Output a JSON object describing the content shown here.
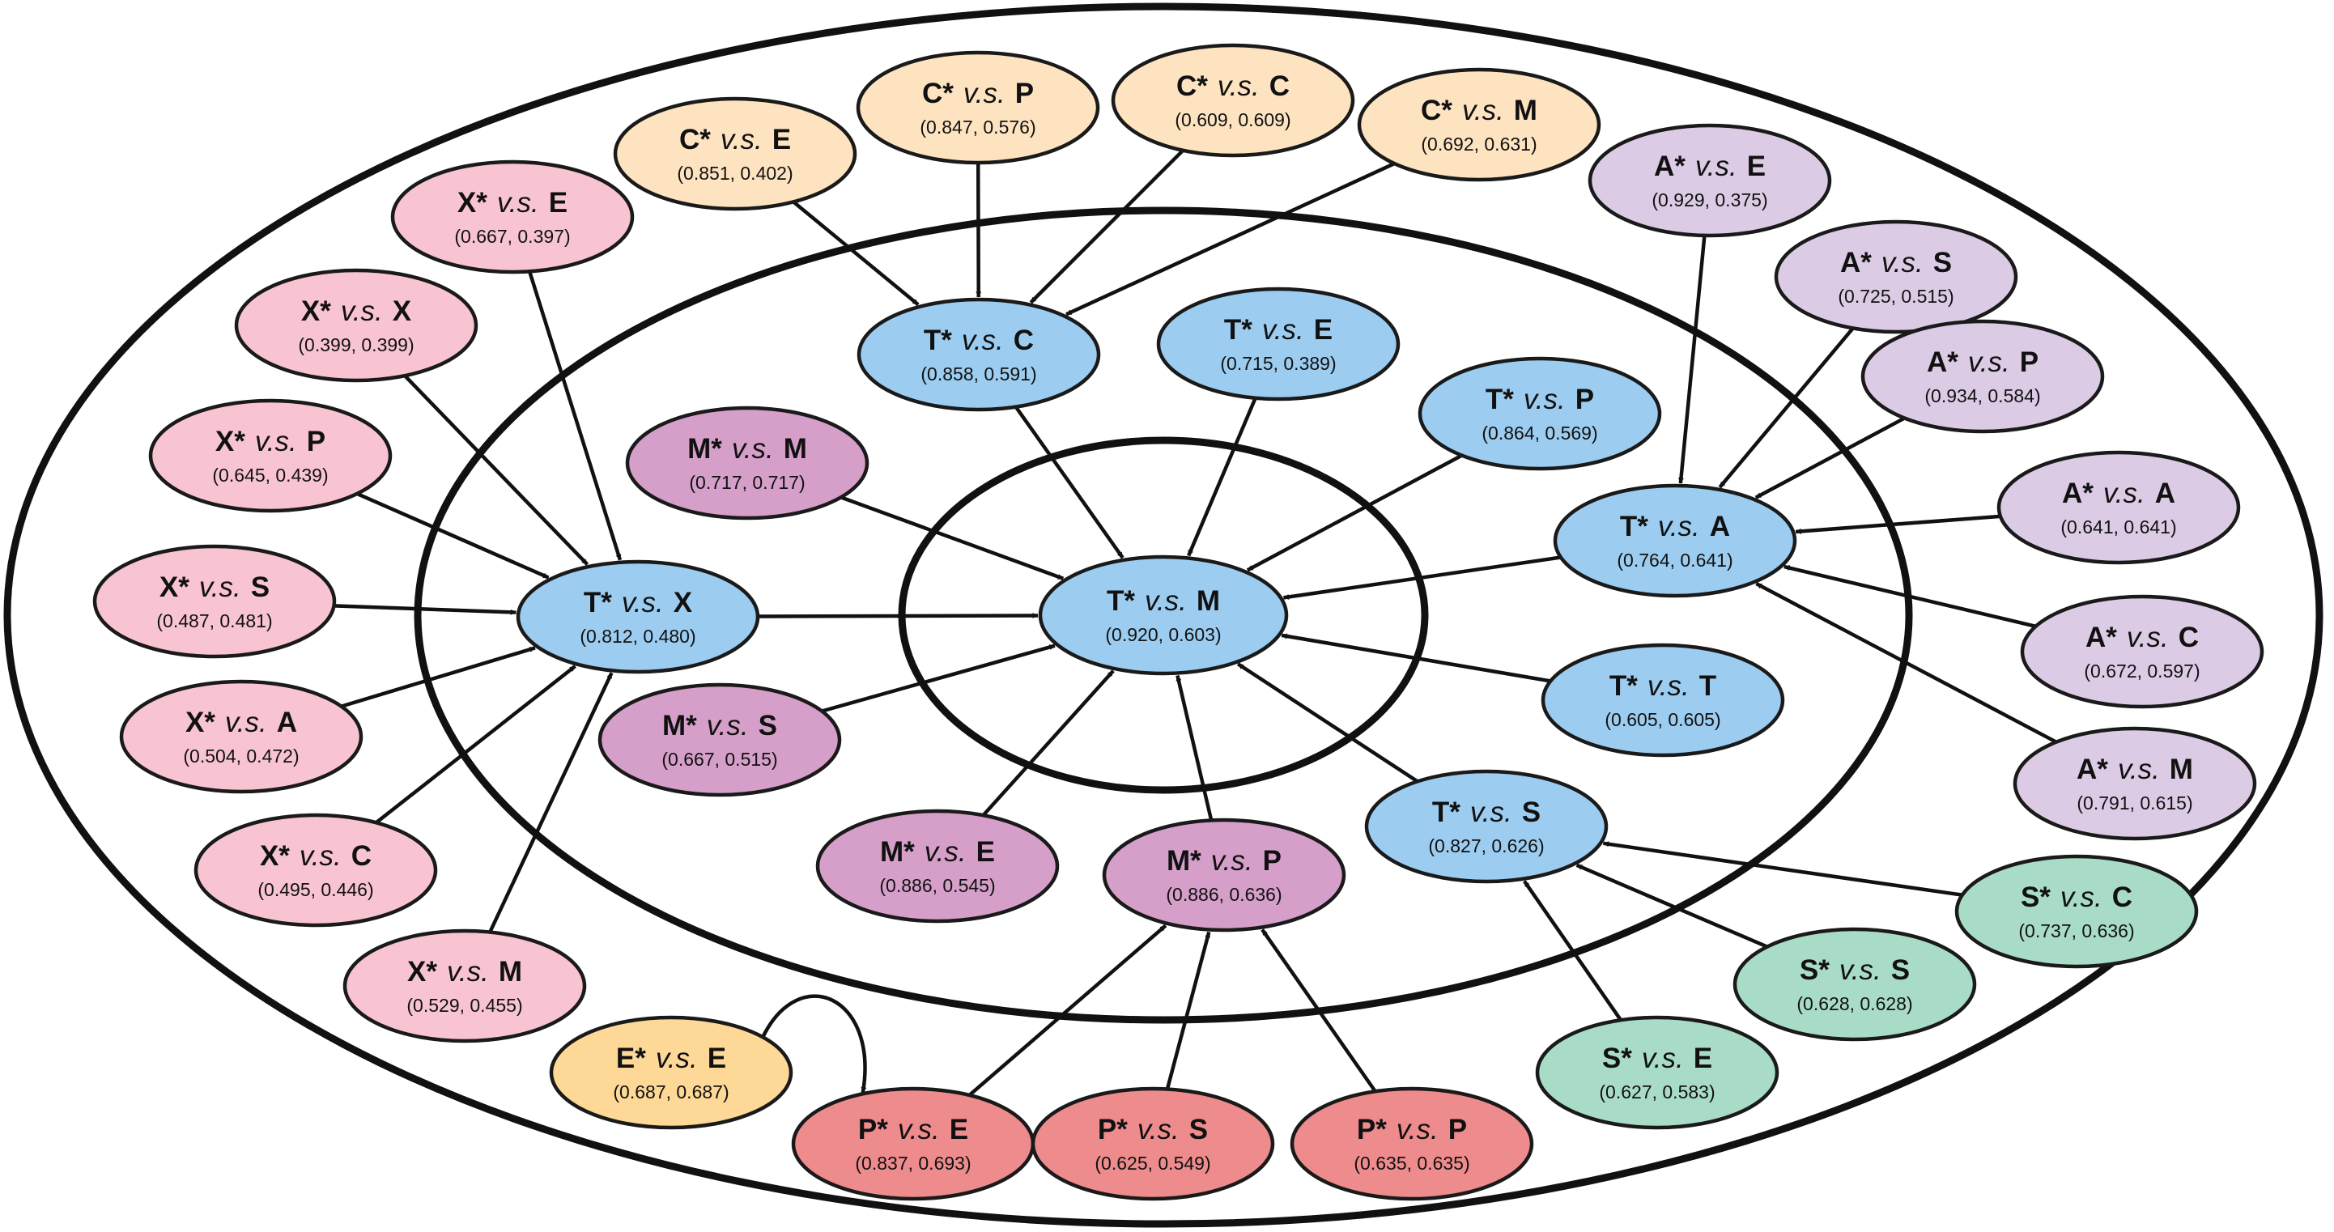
{
  "colors": {
    "T": "#9ccdf0",
    "X": "#f8c4d2",
    "C": "#fde3c0",
    "A": "#dccbe5",
    "M": "#d59fca",
    "S": "#a9dcc6",
    "P": "#ee8b8c",
    "E": "#fdd896",
    "stroke": "#1a1a1a"
  },
  "nodes": [
    {
      "id": "TM",
      "a": "T*",
      "vs": "v.s.",
      "b": "M",
      "val": "(0.920, 0.603)",
      "group": "T",
      "center": true
    },
    {
      "id": "TX",
      "a": "T*",
      "vs": "v.s.",
      "b": "X",
      "val": "(0.812, 0.480)",
      "group": "T"
    },
    {
      "id": "TC",
      "a": "T*",
      "vs": "v.s.",
      "b": "C",
      "val": "(0.858, 0.591)",
      "group": "T"
    },
    {
      "id": "TE",
      "a": "T*",
      "vs": "v.s.",
      "b": "E",
      "val": "(0.715, 0.389)",
      "group": "T"
    },
    {
      "id": "TP",
      "a": "T*",
      "vs": "v.s.",
      "b": "P",
      "val": "(0.864, 0.569)",
      "group": "T"
    },
    {
      "id": "TA",
      "a": "T*",
      "vs": "v.s.",
      "b": "A",
      "val": "(0.764, 0.641)",
      "group": "T"
    },
    {
      "id": "TT",
      "a": "T*",
      "vs": "v.s.",
      "b": "T",
      "val": "(0.605, 0.605)",
      "group": "T"
    },
    {
      "id": "TS",
      "a": "T*",
      "vs": "v.s.",
      "b": "S",
      "val": "(0.827, 0.626)",
      "group": "T"
    },
    {
      "id": "MM",
      "a": "M*",
      "vs": "v.s.",
      "b": "M",
      "val": "(0.717, 0.717)",
      "group": "M"
    },
    {
      "id": "MS",
      "a": "M*",
      "vs": "v.s.",
      "b": "S",
      "val": "(0.667, 0.515)",
      "group": "M"
    },
    {
      "id": "ME",
      "a": "M*",
      "vs": "v.s.",
      "b": "E",
      "val": "(0.886, 0.545)",
      "group": "M"
    },
    {
      "id": "MP",
      "a": "M*",
      "vs": "v.s.",
      "b": "P",
      "val": "(0.886, 0.636)",
      "group": "M"
    },
    {
      "id": "CE",
      "a": "C*",
      "vs": "v.s.",
      "b": "E",
      "val": "(0.851, 0.402)",
      "group": "C"
    },
    {
      "id": "CP",
      "a": "C*",
      "vs": "v.s.",
      "b": "P",
      "val": "(0.847, 0.576)",
      "group": "C"
    },
    {
      "id": "CC",
      "a": "C*",
      "vs": "v.s.",
      "b": "C",
      "val": "(0.609, 0.609)",
      "group": "C"
    },
    {
      "id": "CM",
      "a": "C*",
      "vs": "v.s.",
      "b": "M",
      "val": "(0.692, 0.631)",
      "group": "C"
    },
    {
      "id": "XE",
      "a": "X*",
      "vs": "v.s.",
      "b": "E",
      "val": "(0.667, 0.397)",
      "group": "X"
    },
    {
      "id": "XX",
      "a": "X*",
      "vs": "v.s.",
      "b": "X",
      "val": "(0.399, 0.399)",
      "group": "X"
    },
    {
      "id": "XP",
      "a": "X*",
      "vs": "v.s.",
      "b": "P",
      "val": "(0.645, 0.439)",
      "group": "X"
    },
    {
      "id": "XS",
      "a": "X*",
      "vs": "v.s.",
      "b": "S",
      "val": "(0.487, 0.481)",
      "group": "X"
    },
    {
      "id": "XA",
      "a": "X*",
      "vs": "v.s.",
      "b": "A",
      "val": "(0.504, 0.472)",
      "group": "X"
    },
    {
      "id": "XC",
      "a": "X*",
      "vs": "v.s.",
      "b": "C",
      "val": "(0.495, 0.446)",
      "group": "X"
    },
    {
      "id": "XM",
      "a": "X*",
      "vs": "v.s.",
      "b": "M",
      "val": "(0.529, 0.455)",
      "group": "X"
    },
    {
      "id": "AE",
      "a": "A*",
      "vs": "v.s.",
      "b": "E",
      "val": "(0.929, 0.375)",
      "group": "A"
    },
    {
      "id": "AS",
      "a": "A*",
      "vs": "v.s.",
      "b": "S",
      "val": "(0.725, 0.515)",
      "group": "A"
    },
    {
      "id": "AP",
      "a": "A*",
      "vs": "v.s.",
      "b": "P",
      "val": "(0.934, 0.584)",
      "group": "A"
    },
    {
      "id": "AA",
      "a": "A*",
      "vs": "v.s.",
      "b": "A",
      "val": "(0.641, 0.641)",
      "group": "A"
    },
    {
      "id": "AC",
      "a": "A*",
      "vs": "v.s.",
      "b": "C",
      "val": "(0.672, 0.597)",
      "group": "A"
    },
    {
      "id": "AM",
      "a": "A*",
      "vs": "v.s.",
      "b": "M",
      "val": "(0.791, 0.615)",
      "group": "A"
    },
    {
      "id": "SC",
      "a": "S*",
      "vs": "v.s.",
      "b": "C",
      "val": "(0.737, 0.636)",
      "group": "S"
    },
    {
      "id": "SS",
      "a": "S*",
      "vs": "v.s.",
      "b": "S",
      "val": "(0.628, 0.628)",
      "group": "S"
    },
    {
      "id": "SE",
      "a": "S*",
      "vs": "v.s.",
      "b": "E",
      "val": "(0.627, 0.583)",
      "group": "S"
    },
    {
      "id": "EE",
      "a": "E*",
      "vs": "v.s.",
      "b": "E",
      "val": "(0.687, 0.687)",
      "group": "E"
    },
    {
      "id": "PE",
      "a": "P*",
      "vs": "v.s.",
      "b": "E",
      "val": "(0.837, 0.693)",
      "group": "P"
    },
    {
      "id": "PS",
      "a": "P*",
      "vs": "v.s.",
      "b": "S",
      "val": "(0.625, 0.549)",
      "group": "P"
    },
    {
      "id": "PP",
      "a": "P*",
      "vs": "v.s.",
      "b": "P",
      "val": "(0.635, 0.635)",
      "group": "P"
    }
  ],
  "edges": [
    [
      "TX",
      "TM"
    ],
    [
      "TC",
      "TM"
    ],
    [
      "TE",
      "TM"
    ],
    [
      "TP",
      "TM"
    ],
    [
      "TA",
      "TM"
    ],
    [
      "TT",
      "TM"
    ],
    [
      "TS",
      "TM"
    ],
    [
      "MM",
      "TM"
    ],
    [
      "MS",
      "TM"
    ],
    [
      "ME",
      "TM"
    ],
    [
      "MP",
      "TM"
    ],
    [
      "CE",
      "TC"
    ],
    [
      "CP",
      "TC"
    ],
    [
      "CC",
      "TC"
    ],
    [
      "CM",
      "TC"
    ],
    [
      "XE",
      "TX"
    ],
    [
      "XX",
      "TX"
    ],
    [
      "XP",
      "TX"
    ],
    [
      "XS",
      "TX"
    ],
    [
      "XA",
      "TX"
    ],
    [
      "XC",
      "TX"
    ],
    [
      "XM",
      "TX"
    ],
    [
      "AE",
      "TA"
    ],
    [
      "AS",
      "TA"
    ],
    [
      "AP",
      "TA"
    ],
    [
      "AA",
      "TA"
    ],
    [
      "AC",
      "TA"
    ],
    [
      "AM",
      "TA"
    ],
    [
      "SC",
      "TS"
    ],
    [
      "SS",
      "TS"
    ],
    [
      "SE",
      "TS"
    ],
    [
      "PE",
      "MP"
    ],
    [
      "PS",
      "MP"
    ],
    [
      "PP",
      "MP"
    ],
    [
      "EE",
      "PE",
      "curve"
    ]
  ]
}
